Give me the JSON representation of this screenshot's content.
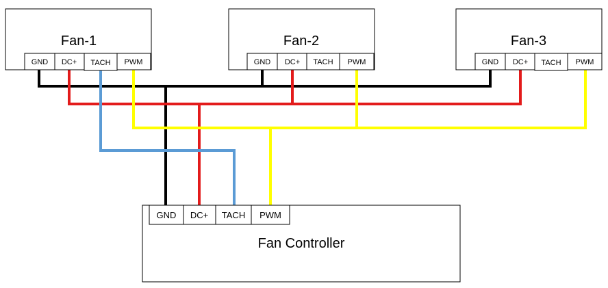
{
  "fans": [
    {
      "title": "Fan-1",
      "pins": [
        "GND",
        "DC+",
        "TACH",
        "PWM"
      ]
    },
    {
      "title": "Fan-2",
      "pins": [
        "GND",
        "DC+",
        "TACH",
        "PWM"
      ]
    },
    {
      "title": "Fan-3",
      "pins": [
        "GND",
        "DC+",
        "TACH",
        "PWM"
      ]
    }
  ],
  "controller": {
    "title": "Fan Controller",
    "pins": [
      "GND",
      "DC+",
      "TACH",
      "PWM"
    ]
  },
  "wire_colors": {
    "gnd": "#000000",
    "dc": "#e31b1b",
    "tach": "#5b9bd5",
    "pwm": "#ffff00"
  }
}
